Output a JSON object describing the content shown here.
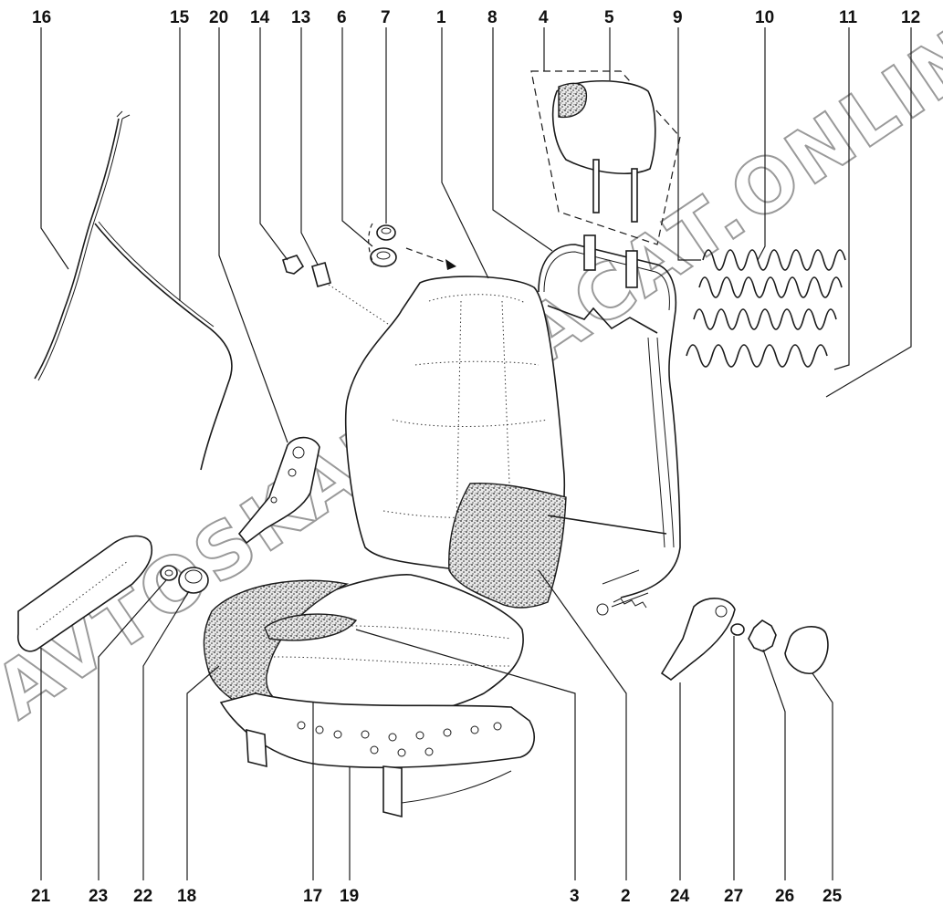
{
  "diagram": {
    "title": "Seat assembly exploded view",
    "watermark": "AVTOSKAZKA.ACAT.ONLINE",
    "top_labels": [
      "16",
      "15",
      "20",
      "14",
      "13",
      "6",
      "7",
      "1",
      "8",
      "4",
      "5",
      "9",
      "10",
      "11",
      "12"
    ],
    "bottom_labels": [
      "21",
      "23",
      "22",
      "18",
      "17",
      "19",
      "3",
      "2",
      "24",
      "27",
      "26",
      "25"
    ]
  }
}
